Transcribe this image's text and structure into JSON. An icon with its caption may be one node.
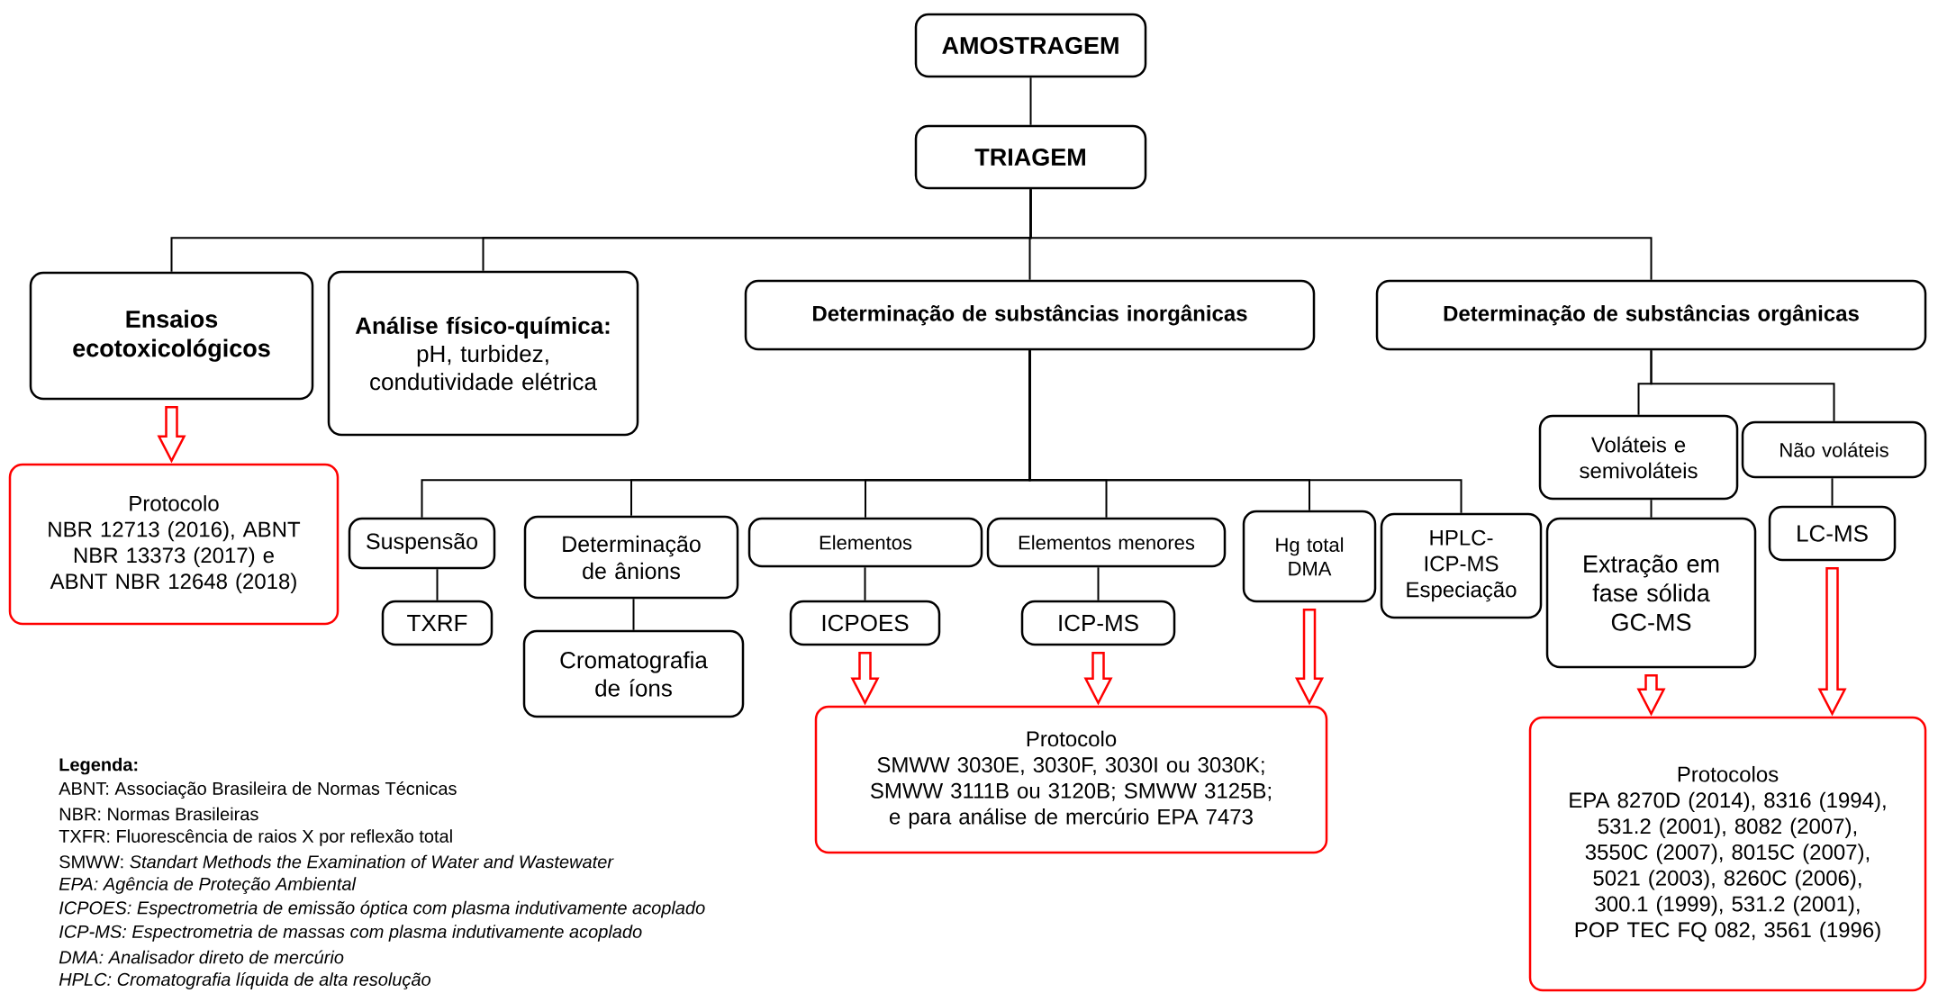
{
  "diagram": {
    "nodes": [
      {
        "text": [
          "AMOSTRAGEM"
        ]
      },
      {
        "text": [
          "TRIAGEM"
        ]
      },
      {
        "text": [
          "Ensaios ecotoxicológicos"
        ]
      },
      {
        "text": [
          "Análise físico-química:",
          "pH, turbidez, condutividade elétrica"
        ]
      },
      {
        "text": [
          "Determinação de substâncias inorgânicas"
        ]
      },
      {
        "text": [
          "Determinação de substâncias orgânicas"
        ]
      },
      {
        "text": [
          "Protocolo",
          "NBR 12713 (2016), ABNT NBR 13373 (2017) e ABNT NBR 12648 (2018)"
        ]
      },
      {
        "text": [
          "Suspensão"
        ]
      },
      {
        "text": [
          "Determinação de ânions"
        ]
      },
      {
        "text": [
          "Elementos"
        ]
      },
      {
        "text": [
          "Elementos menores"
        ]
      },
      {
        "text": [
          "Hg total DMA"
        ]
      },
      {
        "text": [
          "HPLC-ICP-MS Especiação"
        ]
      },
      {
        "text": [
          "Voláteis e semivoláteis"
        ]
      },
      {
        "text": [
          "Não voláteis"
        ]
      },
      {
        "text": [
          "TXRF"
        ]
      },
      {
        "text": [
          "Cromatografia de íons"
        ]
      },
      {
        "text": [
          "ICPOES"
        ]
      },
      {
        "text": [
          "ICP-MS"
        ]
      },
      {
        "text": [
          "Extração em fase sólida GC-MS"
        ]
      },
      {
        "text": [
          "LC-MS"
        ]
      },
      {
        "text": [
          "Protocolo",
          "SMWW 3030E, 3030F, 3030I ou 3030K; SMWW 3111B ou 3120B; SMWW 3125B; e para análise de mercúrio EPA 7473"
        ]
      },
      {
        "text": [
          "Protocolos",
          "EPA 8270D (2014), 8316 (1994), 531.2 (2001), 8082 (2007), 3550C (2007), 8015C (2007), 5021 (2003), 8260C (2006), 300.1 (1999), 531.2 (2001), POP TEC FQ 082, 3561 (1996)"
        ]
      }
    ],
    "edges": [
      {
        "from": 0,
        "to": 1,
        "arrow": "none"
      },
      {
        "from": 1,
        "to": 2,
        "arrow": "none"
      },
      {
        "from": 1,
        "to": 3,
        "arrow": "none"
      },
      {
        "from": 1,
        "to": 4,
        "arrow": "none"
      },
      {
        "from": 1,
        "to": 5,
        "arrow": "none"
      },
      {
        "from": 2,
        "to": 6,
        "arrow": "to",
        "color": "#ff0000"
      },
      {
        "from": 4,
        "to": 7,
        "arrow": "none"
      },
      {
        "from": 4,
        "to": 8,
        "arrow": "none"
      },
      {
        "from": 4,
        "to": 9,
        "arrow": "none"
      },
      {
        "from": 4,
        "to": 10,
        "arrow": "none"
      },
      {
        "from": 4,
        "to": 11,
        "arrow": "none"
      },
      {
        "from": 4,
        "to": 12,
        "arrow": "none"
      },
      {
        "from": 5,
        "to": 13,
        "arrow": "none"
      },
      {
        "from": 5,
        "to": 14,
        "arrow": "none"
      },
      {
        "from": 7,
        "to": 15,
        "arrow": "none"
      },
      {
        "from": 8,
        "to": 16,
        "arrow": "none"
      },
      {
        "from": 9,
        "to": 17,
        "arrow": "none"
      },
      {
        "from": 10,
        "to": 18,
        "arrow": "none"
      },
      {
        "from": 13,
        "to": 19,
        "arrow": "none"
      },
      {
        "from": 14,
        "to": 20,
        "arrow": "none"
      },
      {
        "from": 17,
        "to": 21,
        "arrow": "to",
        "color": "#ff0000"
      },
      {
        "from": 18,
        "to": 21,
        "arrow": "to",
        "color": "#ff0000"
      },
      {
        "from": 11,
        "to": 21,
        "arrow": "to",
        "color": "#ff0000"
      },
      {
        "from": 19,
        "to": 22,
        "arrow": "to",
        "color": "#ff0000"
      },
      {
        "from": 20,
        "to": 22,
        "arrow": "to",
        "color": "#ff0000"
      }
    ],
    "labels": [
      "Legenda:",
      "ABNT: Associação Brasileira de Normas Técnicas",
      "NBR: Normas Brasileiras",
      "TXFR: Fluorescência de raios X por reflexão total",
      "SMWW: *Standart Methods the Examination of Water and Wastewater*",
      "EPA: Agência de Proteção Ambiental",
      "ICPOES: Espectrometria de emissão óptica com plasma indutivamente acoplado",
      "ICP-MS: Espectrometria de massas com plasma indutivamente acoplado",
      "DMA: Analisador direto de mercúrio",
      "HPLC: Cromatografia líquida de alta resolução"
    ]
  }
}
